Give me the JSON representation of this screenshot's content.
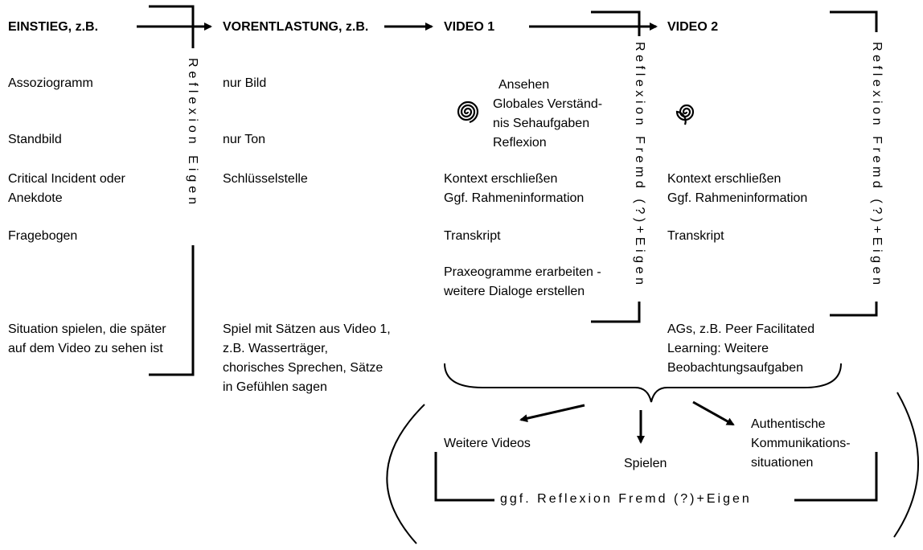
{
  "columns": {
    "einstieg": {
      "header": "EINSTIEG, z.B.",
      "items": [
        "Assoziogramm",
        "Standbild",
        "Critical Incident oder",
        "Anekdote",
        "Fragebogen",
        "Situation spielen, die später",
        "auf dem Video zu sehen ist"
      ]
    },
    "vorentlastung": {
      "header": "VORENTLASTUNG, z.B.",
      "items": [
        "nur Bild",
        "nur Ton",
        "Schlüsselstelle",
        "Spiel mit Sätzen aus Video 1,",
        "z.B. Wasserträger,",
        "chorisches Sprechen, Sätze",
        "in Gefühlen sagen"
      ]
    },
    "video1": {
      "header": "VIDEO 1",
      "spiral_lines": [
        "Ansehen",
        "Globales Verständ-",
        "nis Sehaufgaben",
        "Reflexion"
      ],
      "items": [
        "Kontext erschließen",
        "Ggf. Rahmeninformation",
        "Transkript",
        "Praxeogramme erarbeiten -",
        "weitere Dialoge erstellen"
      ]
    },
    "video2": {
      "header": "VIDEO 2",
      "items": [
        "Kontext erschließen",
        "Ggf. Rahmeninformation",
        "Transkript",
        "AGs, z.B. Peer Facilitated",
        "Learning: Weitere",
        "Beobachtungsaufgaben"
      ]
    }
  },
  "reflection": {
    "eigen": "Reflexion Eigen",
    "fremd_eigen": "Reflexion Fremd (?)+Eigen",
    "bottom": "ggf. Reflexion Fremd (?)+Eigen"
  },
  "outcomes": {
    "weitere_videos": "Weitere Videos",
    "spielen": "Spielen",
    "authentische_1": "Authentische",
    "authentische_2": "Kommunikations-",
    "authentische_3": "situationen"
  },
  "icons": [
    "spiral-icon",
    "arrow-right-icon",
    "bracket-icon"
  ]
}
